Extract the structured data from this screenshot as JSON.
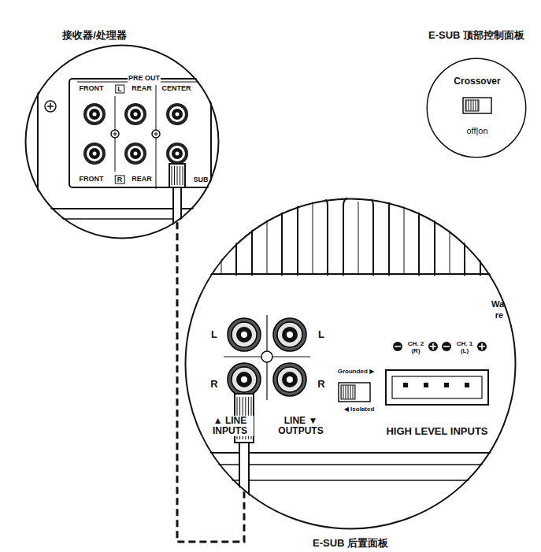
{
  "diagram": {
    "nodes": [
      {
        "text": [
          "接收器/处理器"
        ]
      },
      {
        "text": [
          "E-SUB 顶部控制面板"
        ]
      },
      {
        "text": [
          "E-SUB 后置面板"
        ]
      }
    ],
    "edges": [
      {
        "from": 0,
        "to": 2,
        "arrow": "none"
      }
    ],
    "labels": [
      "PRE OUT",
      "FRONT",
      "L",
      "REAR",
      "CENTER",
      "FRONT",
      "R",
      "REAR",
      "SUB",
      "Crossover",
      "off|on",
      "L",
      "L",
      "R",
      "R",
      "▲ LINE INPUTS",
      "LINE ▼ OUTPUTS",
      "Grounded ▶",
      "◀ Isolated",
      "CH. 2 (R)",
      "CH. 1 (L)",
      "HIGH LEVEL INPUTS",
      "Wa",
      "re"
    ]
  }
}
